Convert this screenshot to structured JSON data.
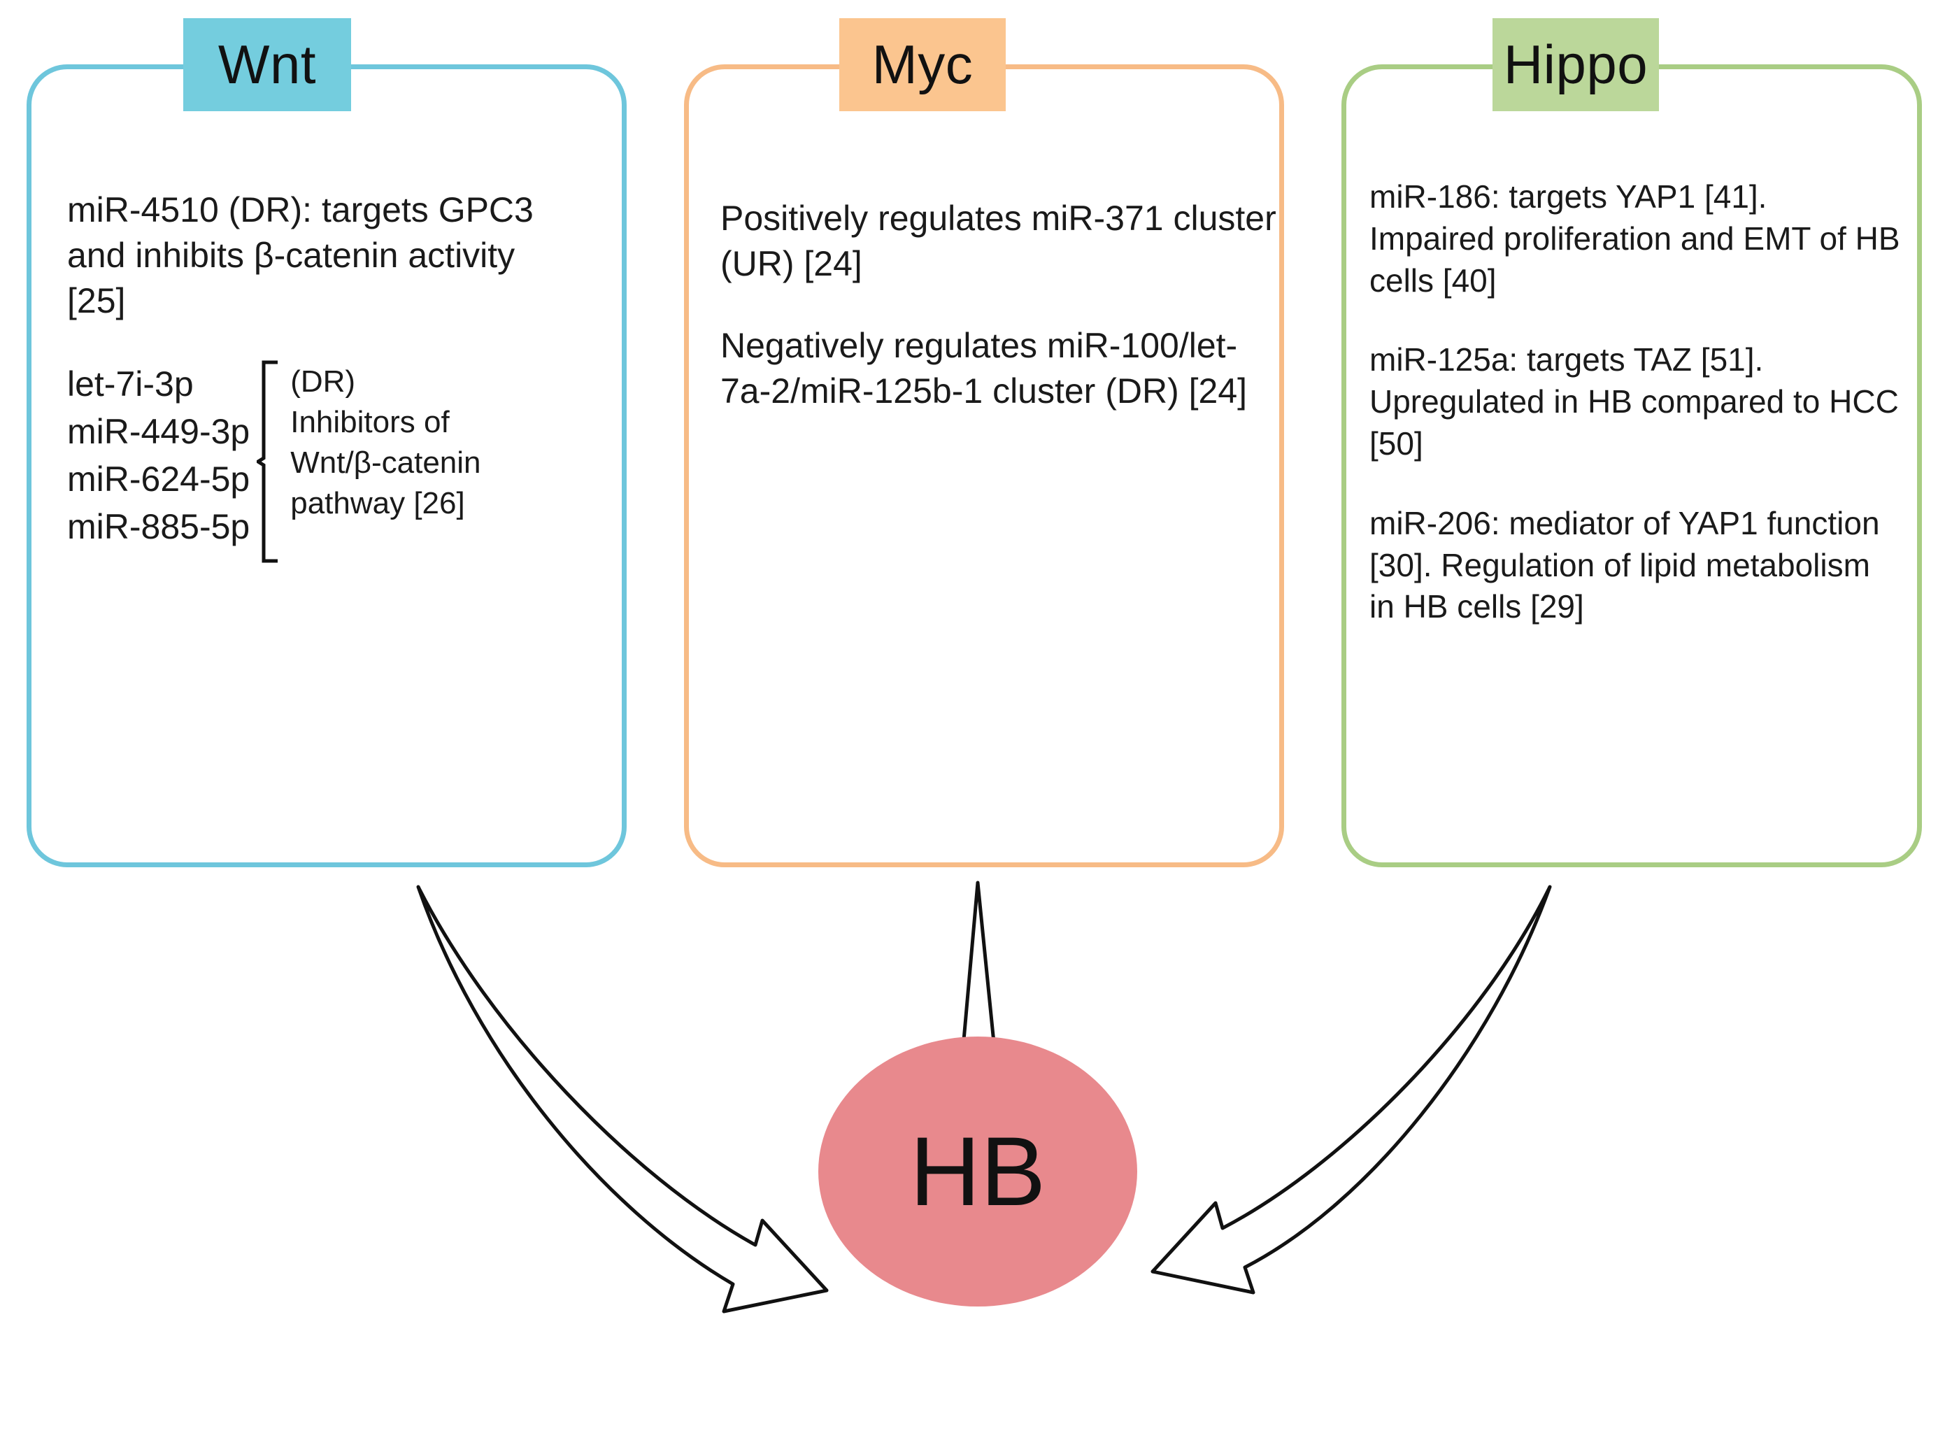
{
  "diagram": {
    "title_implicit": "miRNA regulation of Wnt, Myc and Hippo pathways converging on HB",
    "panels": [
      {
        "id": "wnt",
        "label": "Wnt",
        "label_color": "#74CDDE",
        "border_color": "#6EC6DC",
        "paragraphs": [
          "miR-4510 (DR): targets GPC3 and inhibits β-catenin activity [25]"
        ],
        "bracket_group": {
          "items": [
            "let-7i-3p",
            "miR-449-3p",
            "miR-624-5p",
            "miR-885-5p"
          ],
          "note_lines": [
            "(DR)",
            "Inhibitors of",
            "Wnt/β-catenin",
            "pathway [26]"
          ]
        }
      },
      {
        "id": "myc",
        "label": "Myc",
        "label_color": "#FBC58F",
        "border_color": "#F7BB86",
        "paragraphs": [
          "Positively regulates miR-371 cluster (UR) [24]",
          "Negatively regulates miR-100/let-7a-2/miR-125b-1 cluster (DR) [24]"
        ]
      },
      {
        "id": "hippo",
        "label": "Hippo",
        "label_color": "#BBD79A",
        "border_color": "#A9CD84",
        "paragraphs": [
          "miR-186: targets YAP1 [41]. Impaired proliferation and EMT of HB cells [40]",
          "miR-125a: targets TAZ [51]. Upregulated in HB compared to HCC [50]",
          "miR-206: mediator of YAP1 function [30]. Regulation of lipid metabolism in HB cells [29]"
        ]
      }
    ],
    "target_node": {
      "label": "HB",
      "fill_color": "#E8898D",
      "shape": "ellipse"
    },
    "arrows": [
      {
        "name": "wnt-to-hb",
        "from": "wnt",
        "to": "HB",
        "style": "curved-hollow"
      },
      {
        "name": "myc-to-hb",
        "from": "myc",
        "to": "HB",
        "style": "straight-hollow"
      },
      {
        "name": "hippo-to-hb",
        "from": "hippo",
        "to": "HB",
        "style": "curved-hollow"
      }
    ]
  }
}
